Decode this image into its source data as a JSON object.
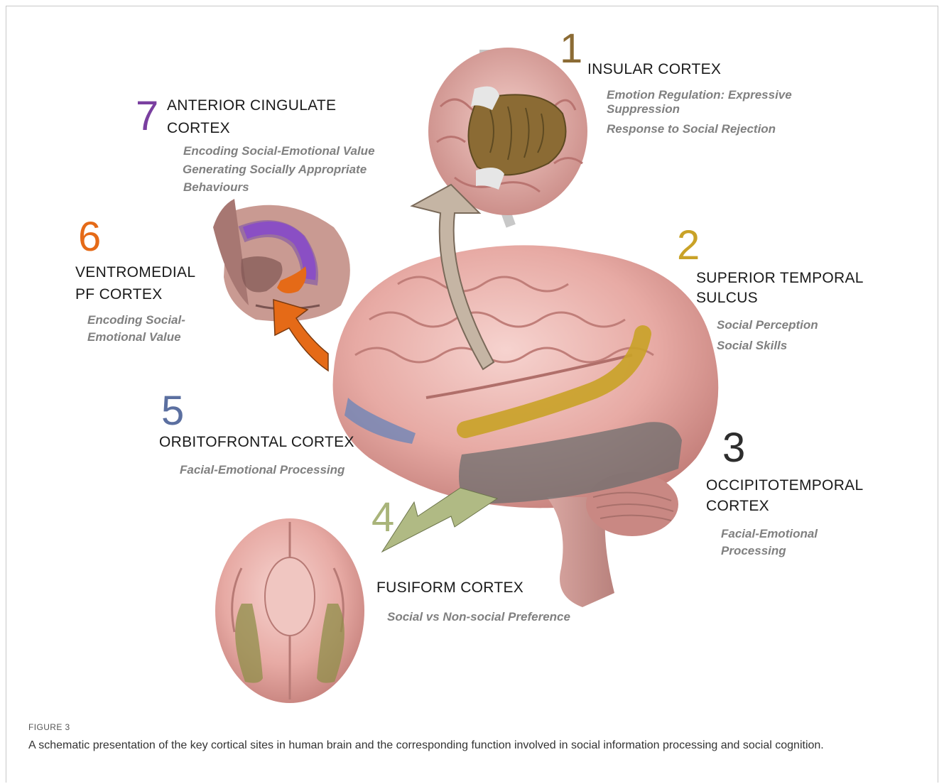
{
  "regions": [
    {
      "number": "1",
      "title_lines": [
        "INSULAR CORTEX"
      ],
      "functions": [
        "Emotion Regulation: Expressive Suppression",
        "Response to Social Rejection"
      ],
      "color": "#8b6b34"
    },
    {
      "number": "2",
      "title_lines": [
        "SUPERIOR TEMPORAL",
        "SULCUS"
      ],
      "functions": [
        "Social Perception",
        "Social Skills"
      ],
      "color": "#c9a227"
    },
    {
      "number": "3",
      "title_lines": [
        "OCCIPITOTEMPORAL",
        "CORTEX"
      ],
      "functions": [
        "Facial-Emotional",
        "Processing"
      ],
      "color": "#2d2d2d"
    },
    {
      "number": "4",
      "title_lines": [
        "FUSIFORM CORTEX"
      ],
      "functions": [
        "Social vs Non-social Preference"
      ],
      "color": "#a9b47a"
    },
    {
      "number": "5",
      "title_lines": [
        "ORBITOFRONTAL CORTEX"
      ],
      "functions": [
        "Facial-Emotional Processing"
      ],
      "color": "#5b6fa0"
    },
    {
      "number": "6",
      "title_lines": [
        "VENTROMEDIAL",
        "PF CORTEX"
      ],
      "functions": [
        "Encoding Social-",
        "Emotional Value"
      ],
      "color": "#e56a17"
    },
    {
      "number": "7",
      "title_lines": [
        "ANTERIOR CINGULATE",
        "CORTEX"
      ],
      "functions": [
        "Encoding Social-Emotional Value",
        "Generating Socially Appropriate",
        "Behaviours"
      ],
      "color": "#7a3fa0"
    }
  ],
  "figure_label": "FIGURE 3",
  "caption": "A schematic presentation of the key cortical sites in human brain and the corresponding function involved in social information processing and social cognition."
}
